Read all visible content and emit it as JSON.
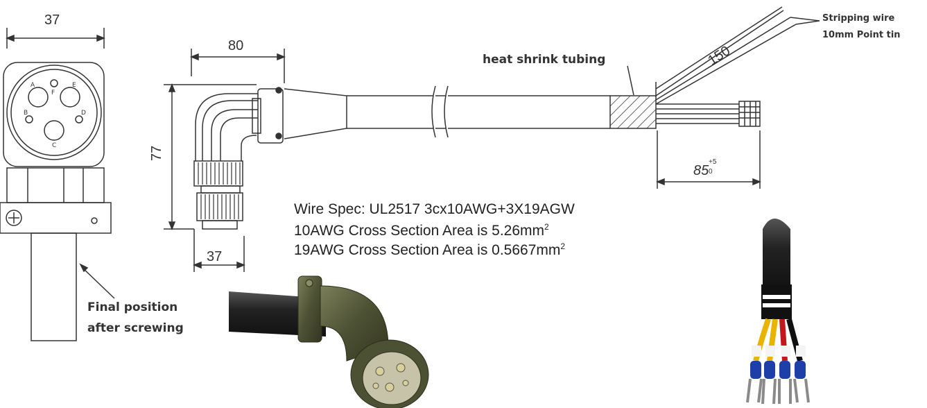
{
  "dimensions": {
    "top_width": "37",
    "connector_width": "80",
    "connector_height": "77",
    "connector_base": "37",
    "lead_length": "150",
    "strip_length": "85",
    "strip_tolerance_upper": "+5",
    "strip_tolerance_lower": "0"
  },
  "labels": {
    "heat_shrink": "heat shrink tubing",
    "stripping_line1": "Stripping wire",
    "stripping_line2": "10mm Point tin",
    "final_line1": "Final position",
    "final_line2": "after screwing"
  },
  "pin_letters": [
    "A",
    "F",
    "E",
    "B",
    "C",
    "D"
  ],
  "spec": {
    "line1": "Wire Spec: UL2517 3cx10AWG+3X19AGW",
    "line2_text": "10AWG Cross Section Area is 5.26mm",
    "line2_sup": "2",
    "line3_text": "19AWG Cross Section Area is 0.5667mm",
    "line3_sup": "2"
  },
  "colors": {
    "line": "#333333",
    "cable": "#2a2a2a",
    "connector": "#5b5f3f",
    "wire_yellow": "#e8b400",
    "wire_red": "#c4161c",
    "terminal_blue": "#1f3fa8"
  }
}
